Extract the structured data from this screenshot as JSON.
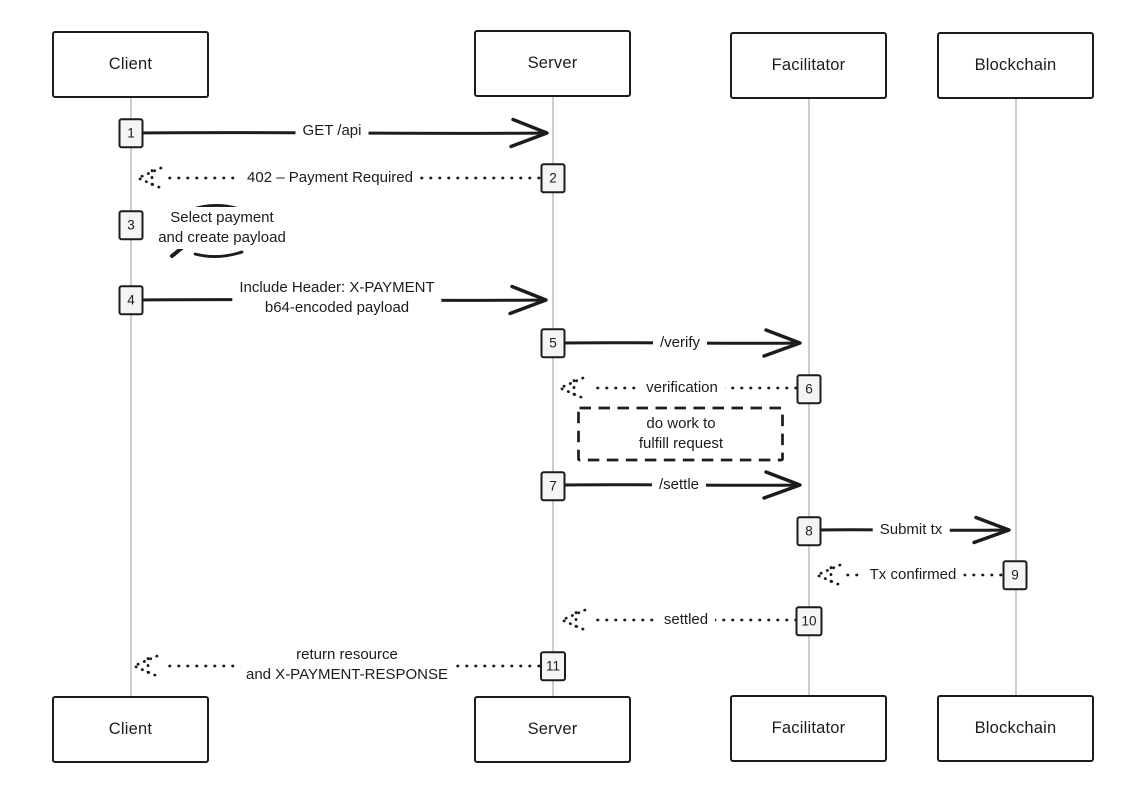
{
  "colors": {
    "ink": "#1c1c1c",
    "background": "#ffffff",
    "lifeline": "#b8b8b8",
    "step_badge_fill": "#f4f4f4"
  },
  "actors": [
    {
      "id": "client",
      "label": "Client"
    },
    {
      "id": "server",
      "label": "Server"
    },
    {
      "id": "facilitator",
      "label": "Facilitator"
    },
    {
      "id": "blockchain",
      "label": "Blockchain"
    }
  ],
  "messages": [
    {
      "step": "1",
      "from": "Client",
      "to": "Server",
      "line_style": "solid",
      "lines": [
        "GET /api"
      ]
    },
    {
      "step": "2",
      "from": "Server",
      "to": "Client",
      "line_style": "dotted",
      "lines": [
        "402 – Payment Required"
      ]
    },
    {
      "step": "3",
      "from": "Client",
      "to": "Client",
      "line_style": "self",
      "lines": [
        "Select payment",
        "and create payload"
      ]
    },
    {
      "step": "4",
      "from": "Client",
      "to": "Server",
      "line_style": "solid",
      "lines": [
        "Include Header: X-PAYMENT",
        "b64-encoded payload"
      ]
    },
    {
      "step": "5",
      "from": "Server",
      "to": "Facilitator",
      "line_style": "solid",
      "lines": [
        "/verify"
      ]
    },
    {
      "step": "6",
      "from": "Facilitator",
      "to": "Server",
      "line_style": "dotted",
      "lines": [
        "verification"
      ]
    },
    {
      "step": "7",
      "from": "Server",
      "to": "Facilitator",
      "line_style": "solid",
      "lines": [
        "/settle"
      ]
    },
    {
      "step": "8",
      "from": "Facilitator",
      "to": "Blockchain",
      "line_style": "solid",
      "lines": [
        "Submit tx"
      ]
    },
    {
      "step": "9",
      "from": "Blockchain",
      "to": "Facilitator",
      "line_style": "dotted",
      "lines": [
        "Tx confirmed"
      ]
    },
    {
      "step": "10",
      "from": "Facilitator",
      "to": "Server",
      "line_style": "dotted",
      "lines": [
        "settled"
      ]
    },
    {
      "step": "11",
      "from": "Server",
      "to": "Client",
      "line_style": "dotted",
      "lines": [
        "return resource",
        "and X-PAYMENT-RESPONSE"
      ]
    }
  ],
  "note": {
    "lines": [
      "do work to",
      "fulfill request"
    ]
  }
}
